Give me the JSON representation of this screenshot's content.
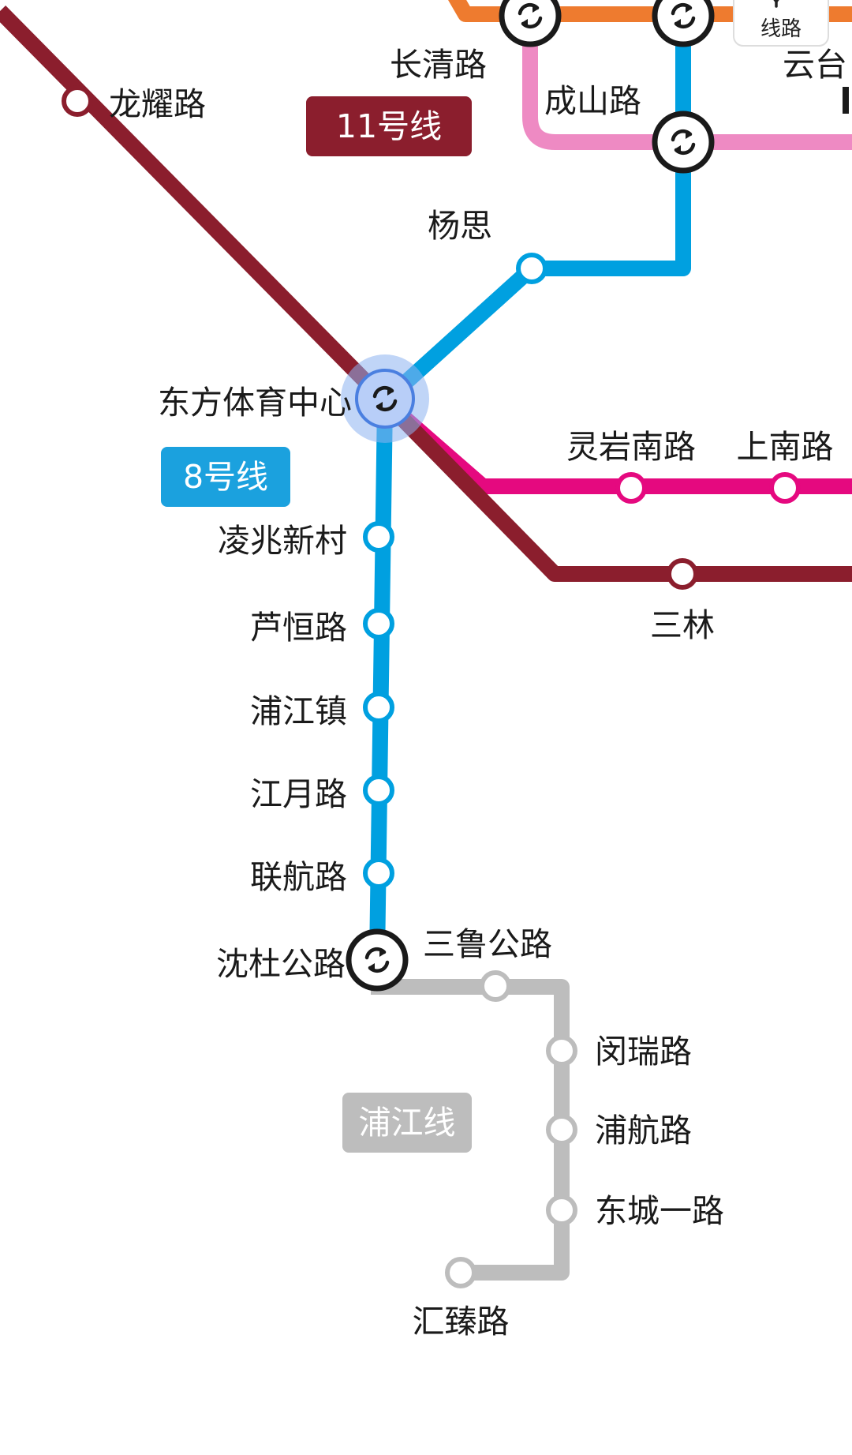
{
  "map": {
    "lines": {
      "line11": {
        "label": "11号线",
        "color": "#8B1E2D"
      },
      "line8": {
        "label": "8号线",
        "color": "#00A0E0"
      },
      "pujiang": {
        "label": "浦江线",
        "color": "#BDBDBD"
      },
      "pink_line": {
        "color": "#EE8AC3"
      },
      "magenta_line": {
        "color": "#E5097F"
      },
      "orange_line": {
        "color": "#EE7B2F"
      }
    },
    "stations": {
      "longyao_rd": "龙耀路",
      "changqing_rd": "长清路",
      "chengshan_rd": "成山路",
      "yunta_partial": "云台",
      "yangsi": "杨思",
      "oriental_sports_center": "东方体育中心",
      "lingyan_south_rd": "灵岩南路",
      "shangnan_rd": "上南路",
      "sanlin": "三林",
      "lingzhao_xincun": "凌兆新村",
      "luheng_rd": "芦恒路",
      "pujiang_town": "浦江镇",
      "jiangyue_rd": "江月路",
      "lianhang_rd": "联航路",
      "shendu_hwy": "沈杜公路",
      "sanlu_hwy": "三鲁公路",
      "minrui_rd": "闵瑞路",
      "puhang_rd": "浦航路",
      "dongcheng_1st_rd": "东城一路",
      "huizhen_rd": "汇臻路"
    },
    "route_button": {
      "label": "线路",
      "icon": "route-icon"
    },
    "transfer_icon": "transfer-icon"
  }
}
